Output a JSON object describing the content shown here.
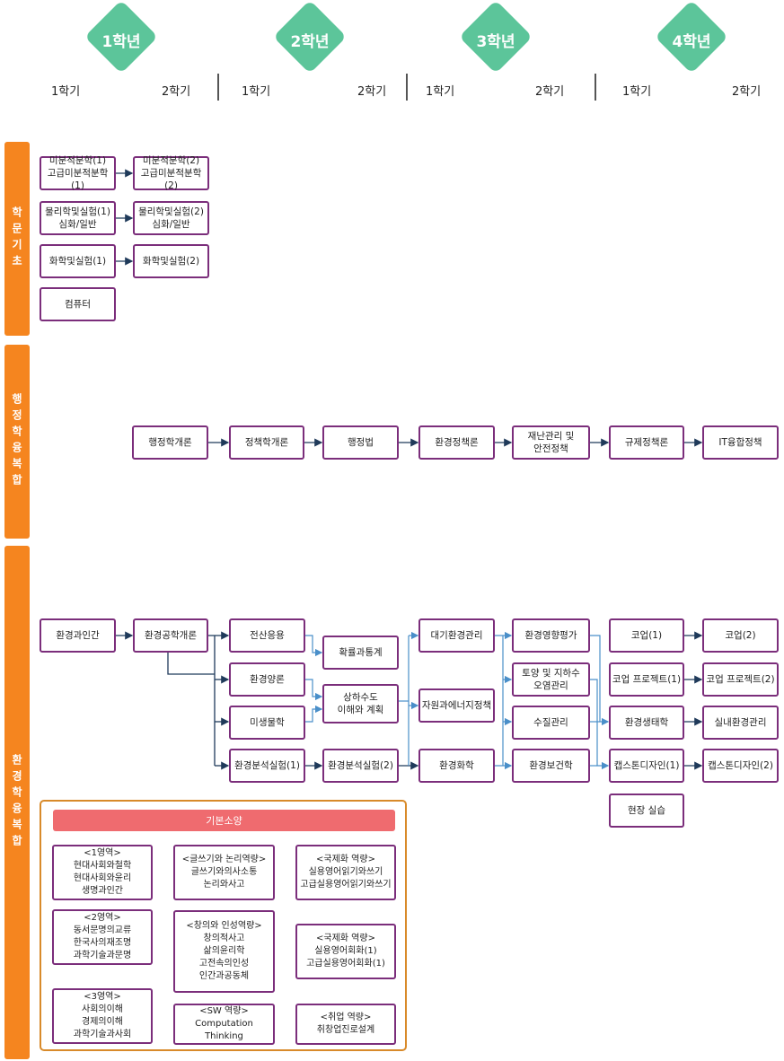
{
  "years": [
    {
      "label": "1학년",
      "sem1": "1학기",
      "sem2": "2학기"
    },
    {
      "label": "2학년",
      "sem1": "1학기",
      "sem2": "2학기"
    },
    {
      "label": "3학년",
      "sem1": "1학기",
      "sem2": "2학기"
    },
    {
      "label": "4학년",
      "sem1": "1학기",
      "sem2": "2학기"
    }
  ],
  "sections": {
    "basic": "학문기초",
    "admin": "행정학융복합",
    "env": "환경학융복합"
  },
  "basic_courses": {
    "calc1": "미분적분학(1)\n고급미분적분학(1)",
    "calc2": "미분적분학(2)\n고급미분적분학(2)",
    "phys1": "물리학및실험(1)\n심화/일반",
    "phys2": "물리학및실험(2)\n심화/일반",
    "chem1": "화학및실험(1)",
    "chem2": "화학및실험(2)",
    "computer": "컴퓨터"
  },
  "admin_courses": {
    "intro": "행정학개론",
    "policy": "정책학개론",
    "law": "행정법",
    "envpolicy": "환경정책론",
    "disaster": "재난관리 및\n안전정책",
    "regulation": "규제정책론",
    "it": "IT융합정책"
  },
  "env_courses": {
    "human": "환경과인간",
    "engintro": "환경공학개론",
    "computing": "전산응용",
    "envtheory": "환경양론",
    "microbio": "미생물학",
    "lab1": "환경분석실험(1)",
    "prob": "확률과통계",
    "water": "상하수도\n이해와 계획",
    "lab2": "환경분석실험(2)",
    "air": "대기환경관리",
    "resource": "자원과에너지정책",
    "chem": "환경화학",
    "eia": "환경영향평가",
    "soil": "토양 및 지하수\n오염관리",
    "waterq": "수질관리",
    "health": "환경보건학",
    "coop1": "코업(1)",
    "coopproj1": "코업 프로젝트(1)",
    "eco": "환경생태학",
    "capstone1": "캡스톤디자인(1)",
    "field": "현장 실습",
    "coop2": "코업(2)",
    "coopproj2": "코업 프로젝트(2)",
    "indoor": "실내환경관리",
    "capstone2": "캡스톤디자인(2)"
  },
  "general": {
    "title": "기본소양",
    "area1": "<1영역>\n현대사회와철학\n현대사회와윤리\n생명과인간",
    "area2": "<2영역>\n동서문명의교류\n한국사의재조명\n과학기술과문명",
    "area3": "<3영역>\n사회의이해\n경제의이해\n과학기술과사회",
    "writing": "<글쓰기와 논리역량>\n글쓰기와의사소통\n논리와사고",
    "creative": "<창의와 인성역량>\n창의적사고\n삶의윤리학\n고전속의인성\n인간과공동체",
    "sw": "<SW 역량>\nComputation Thinking",
    "global1": "<국제화 역량>\n실용영어읽기와쓰기\n고급실용영어읽기와쓰기",
    "global2": "<국제화 역량>\n실용영어회화(1)\n고급실용영어회화(1)",
    "career": "<취업 역량>\n취창업진로설계"
  },
  "colors": {
    "year_badge": "#5cc59a",
    "side_bar": "#f5851f",
    "box_border": "#7b2e7b",
    "arrow_dark": "#1f3a5a",
    "arrow_light": "#4a8fc9",
    "general_title": "#ef6b6f",
    "general_border": "#d88a2a"
  }
}
